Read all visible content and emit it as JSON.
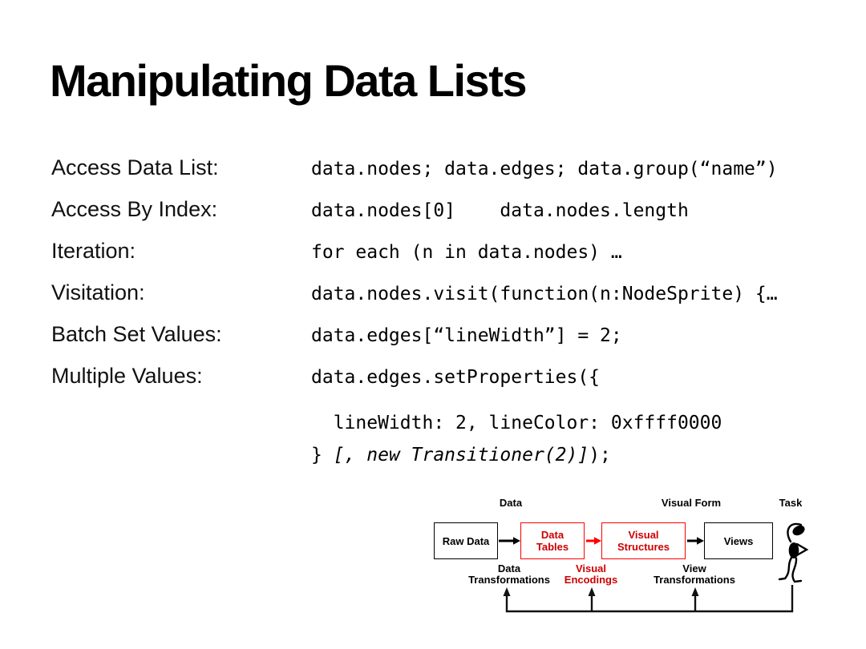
{
  "slide": {
    "title": "Manipulating Data Lists",
    "rows": [
      {
        "label": "Access Data List:",
        "code": "data.nodes; data.edges; data.group(“name”)"
      },
      {
        "label": "Access By Index:",
        "code": "data.nodes[0]    data.nodes.length"
      },
      {
        "label": "Iteration:",
        "code": "for each (n in data.nodes) …"
      },
      {
        "label": "Visitation:",
        "code": "data.nodes.visit(function(n:NodeSprite) {…"
      },
      {
        "label": "Batch Set Values:",
        "code": "data.edges[“lineWidth”] = 2;"
      },
      {
        "label": "Multiple Values:",
        "code": "data.edges.setProperties({"
      }
    ],
    "continuation": {
      "line1": "  lineWidth: 2, lineColor: 0xffff0000",
      "line2_prefix": "} ",
      "line2_italic": "[, new Transitioner(2)]",
      "line2_suffix": ");"
    }
  },
  "diagram": {
    "top_labels": [
      "Data",
      "Visual Form",
      "Task"
    ],
    "boxes": [
      {
        "line1": "Raw Data"
      },
      {
        "line1": "Data",
        "line2": "Tables"
      },
      {
        "line1": "Visual",
        "line2": "Structures"
      },
      {
        "line1": "Views"
      }
    ],
    "bottom_labels": [
      {
        "line1": "Data",
        "line2": "Transformations"
      },
      {
        "line1": "Visual",
        "line2": "Encodings"
      },
      {
        "line1": "View",
        "line2": "Transformations"
      }
    ],
    "colors": {
      "red_border": "#ff0000",
      "red_text": "#cc0000",
      "black": "#000000"
    }
  }
}
